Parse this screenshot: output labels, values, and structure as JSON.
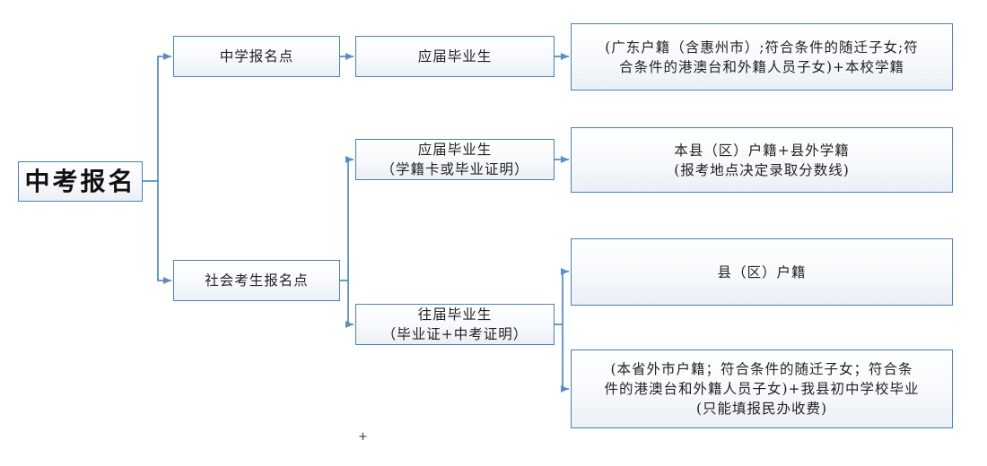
{
  "root": {
    "label": "中考报名"
  },
  "branches": {
    "school": {
      "label": "中学报名点",
      "candidate": "应届毕业生",
      "requirement": [
        "(广东户籍（含惠州市）;符合条件的随迁子女;符",
        "合条件的港澳台和外籍人员子女)+本校学籍"
      ]
    },
    "social": {
      "label": "社会考生报名点",
      "current_grad": {
        "label": [
          "应届毕业生",
          "（学籍卡或毕业证明）"
        ],
        "requirement": [
          "本县（区）户籍+县外学籍",
          "(报考地点决定录取分数线)"
        ]
      },
      "past_grad": {
        "label": [
          "往届毕业生",
          "（毕业证+中考证明）"
        ],
        "requirement_local": "县（区）户籍",
        "requirement_other": [
          "(本省外市户籍；符合条件的随迁子女；符合条",
          "件的港澳台和外籍人员子女)+我县初中学校毕业",
          "(只能填报民办收费)"
        ]
      }
    }
  },
  "colors": {
    "border": "#4a7fb5",
    "connector": "#5b8ec4"
  }
}
